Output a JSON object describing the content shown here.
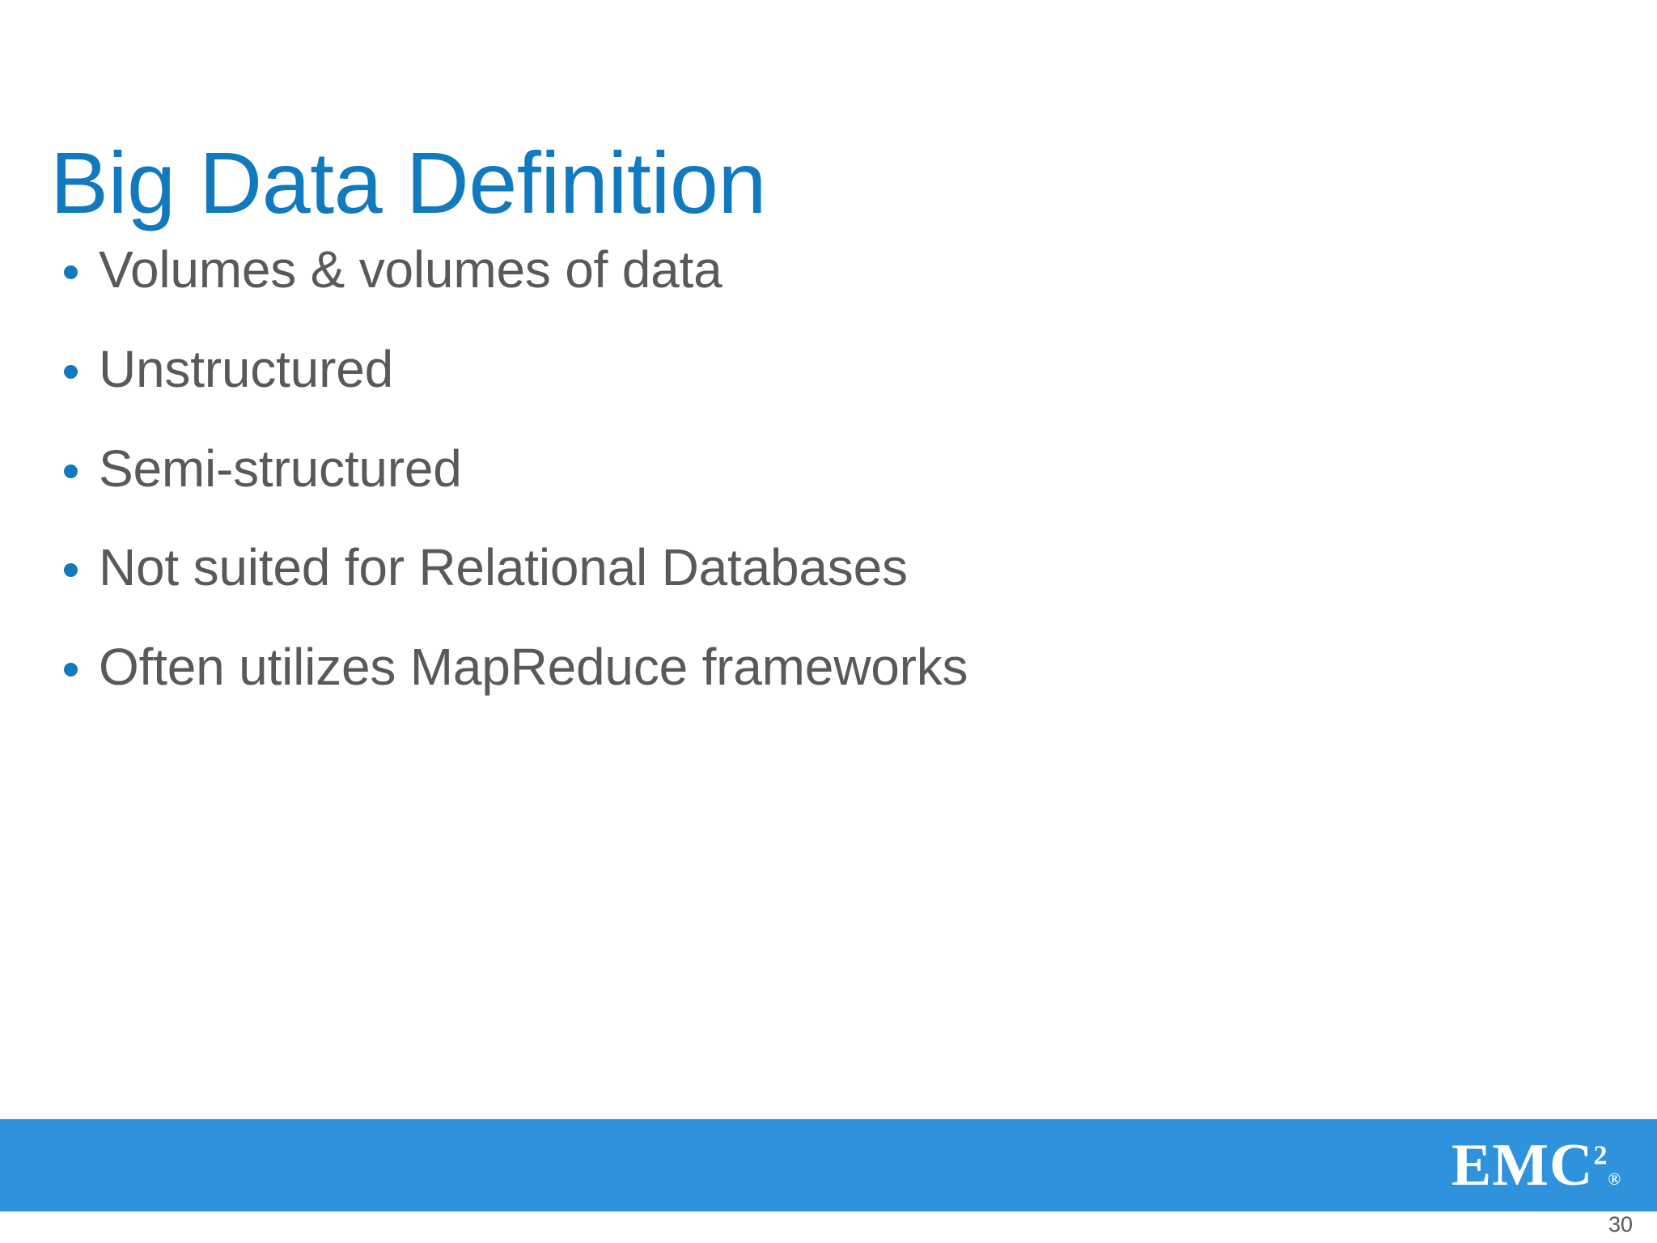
{
  "slide": {
    "title": "Big Data Definition",
    "title_color": "#1179be",
    "body_text_color": "#595959",
    "background_color": "#ffffff",
    "bullets": [
      {
        "text": "Volumes & volumes of data"
      },
      {
        "text": "Unstructured"
      },
      {
        "text": "Semi-structured"
      },
      {
        "text": "Not suited for Relational Databases"
      },
      {
        "text": "Often utilizes MapReduce frameworks"
      }
    ]
  },
  "footer": {
    "bar_color": "#2e92dc",
    "logo": {
      "name": "EMC",
      "superscript": "2",
      "registered": "®"
    },
    "page_number": "30"
  }
}
